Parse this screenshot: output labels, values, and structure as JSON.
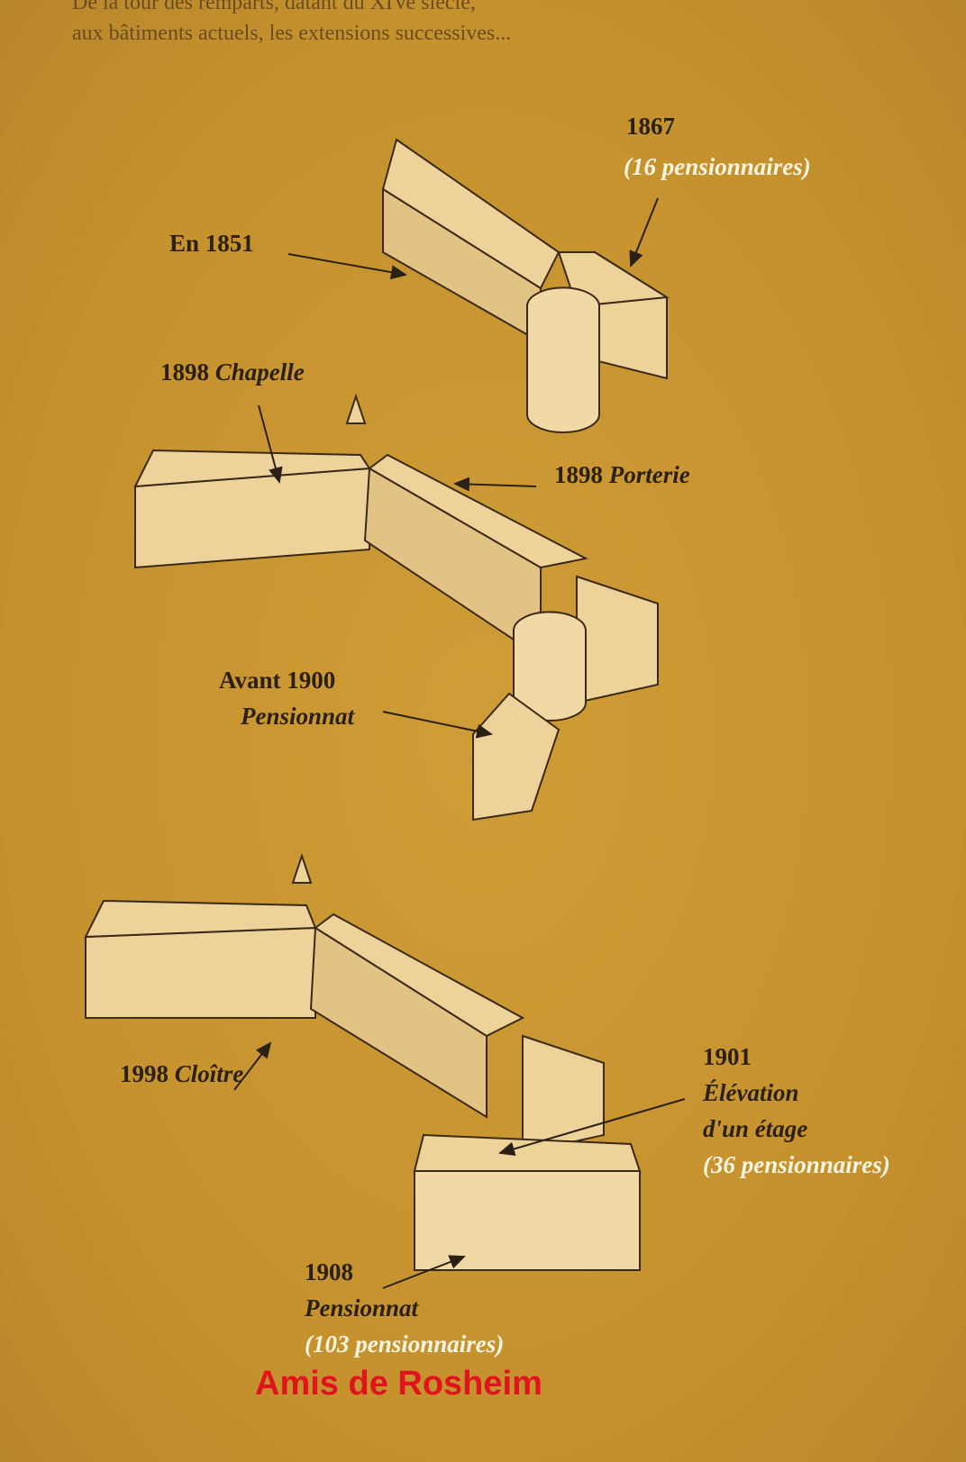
{
  "intro": {
    "line1": "De la tour des remparts, datant du XIVe siècle,",
    "line2": "aux bâtiments actuels, les extensions successives..."
  },
  "stage1": {
    "year_1867": "1867",
    "note_1867": "(16 pensionnaires)",
    "label_1851": "En 1851"
  },
  "stage2": {
    "chapelle_year": "1898",
    "chapelle_name": "Chapelle",
    "porterie_year": "1898",
    "porterie_name": "Porterie",
    "avant_year": "Avant 1900",
    "avant_name": "Pensionnat"
  },
  "stage3": {
    "cloitre_year": "1998",
    "cloitre_name": "Cloître",
    "year_1901": "1901",
    "elev_line1": "Élévation",
    "elev_line2": "d'un étage",
    "note_1901": "(36 pensionnaires)",
    "year_1908": "1908",
    "name_1908": "Pensionnat",
    "note_1908": "(103 pensionnaires)"
  },
  "credit": "Amis de Rosheim",
  "colors": {
    "background": "#c8952f",
    "credit": "#e0141c",
    "building": "#edd29a"
  }
}
